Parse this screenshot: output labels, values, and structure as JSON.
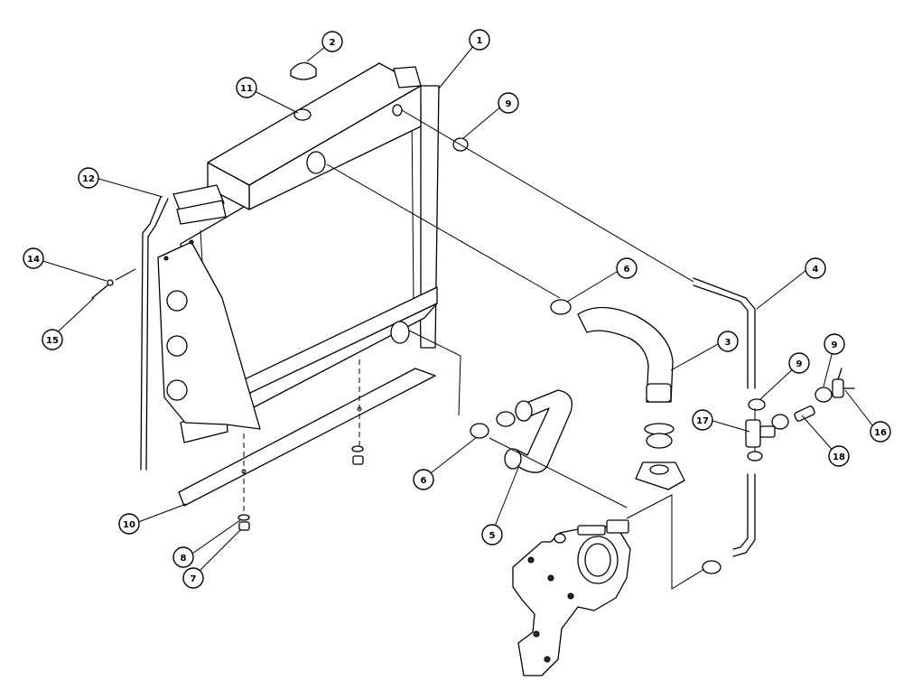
{
  "callouts": [
    {
      "id": "c1",
      "label": "1"
    },
    {
      "id": "c2",
      "label": "2"
    },
    {
      "id": "c3",
      "label": "3"
    },
    {
      "id": "c4",
      "label": "4"
    },
    {
      "id": "c5",
      "label": "5"
    },
    {
      "id": "c6a",
      "label": "6"
    },
    {
      "id": "c6b",
      "label": "6"
    },
    {
      "id": "c7",
      "label": "7"
    },
    {
      "id": "c8",
      "label": "8"
    },
    {
      "id": "c9a",
      "label": "9"
    },
    {
      "id": "c9b",
      "label": "9"
    },
    {
      "id": "c9c",
      "label": "9"
    },
    {
      "id": "c10",
      "label": "10"
    },
    {
      "id": "c11",
      "label": "11"
    },
    {
      "id": "c12",
      "label": "12"
    },
    {
      "id": "c14",
      "label": "14"
    },
    {
      "id": "c15",
      "label": "15"
    },
    {
      "id": "c16",
      "label": "16"
    },
    {
      "id": "c17",
      "label": "17"
    },
    {
      "id": "c18",
      "label": "18"
    }
  ]
}
